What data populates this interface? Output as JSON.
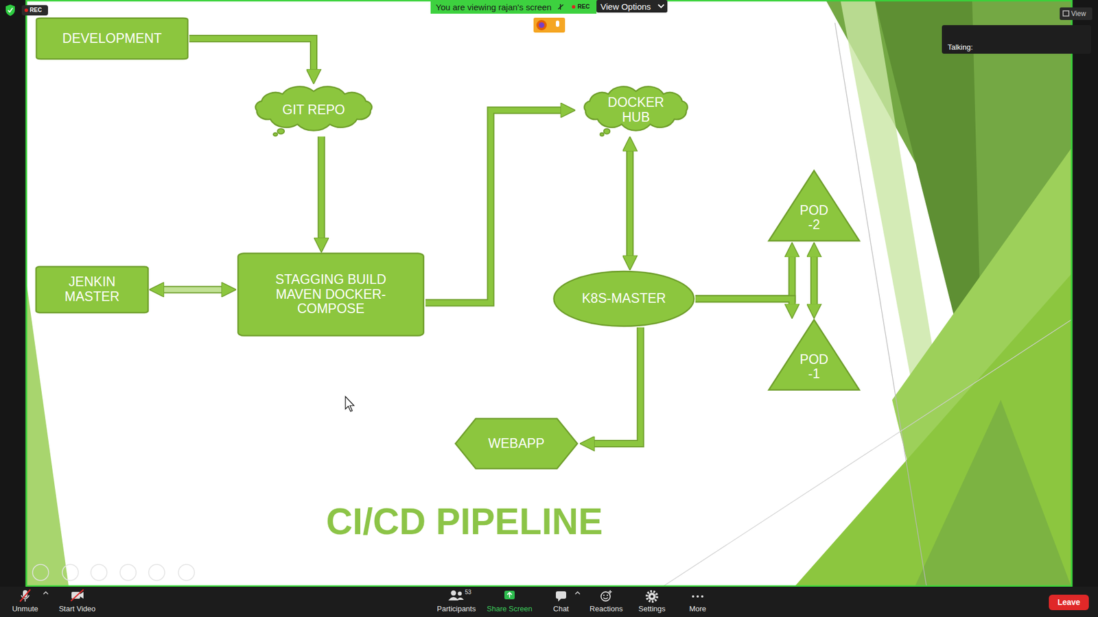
{
  "diagram": {
    "title": "CI/CD PIPELINE",
    "nodes": [
      {
        "text": [
          "DEVELOPMENT"
        ]
      },
      {
        "text": [
          "GIT REPO"
        ]
      },
      {
        "text": [
          "DOCKER HUB"
        ]
      },
      {
        "text": [
          "POD -2"
        ]
      },
      {
        "text": [
          "JENKIN MASTER"
        ]
      },
      {
        "text": [
          "STAGGING BUILD MAVEN DOCKER-COMPOSE"
        ]
      },
      {
        "text": [
          "K8S-MASTER"
        ]
      },
      {
        "text": [
          "POD -1"
        ]
      },
      {
        "text": [
          "WEBAPP"
        ]
      }
    ],
    "edges": [
      {
        "from": 0,
        "to": 1,
        "arrow": "to"
      },
      {
        "from": 1,
        "to": 5,
        "arrow": "to"
      },
      {
        "from": 4,
        "to": 5,
        "arrow": "both"
      },
      {
        "from": 5,
        "to": 2,
        "arrow": "to"
      },
      {
        "from": 2,
        "to": 6,
        "arrow": "both"
      },
      {
        "from": 6,
        "to": 3,
        "arrow": "to"
      },
      {
        "from": 6,
        "to": 7,
        "arrow": "to"
      },
      {
        "from": 3,
        "to": 7,
        "arrow": "both"
      },
      {
        "from": 6,
        "to": 8,
        "arrow": "to"
      }
    ],
    "labels": [
      "REC",
      "You are viewing rajan's screen",
      "REC",
      "View Options",
      "View",
      "Talking:",
      "Unmute",
      "Start Video",
      "53",
      "Participants",
      "Share Screen",
      "Chat",
      "Reactions",
      "Settings",
      "More",
      "Leave"
    ]
  }
}
